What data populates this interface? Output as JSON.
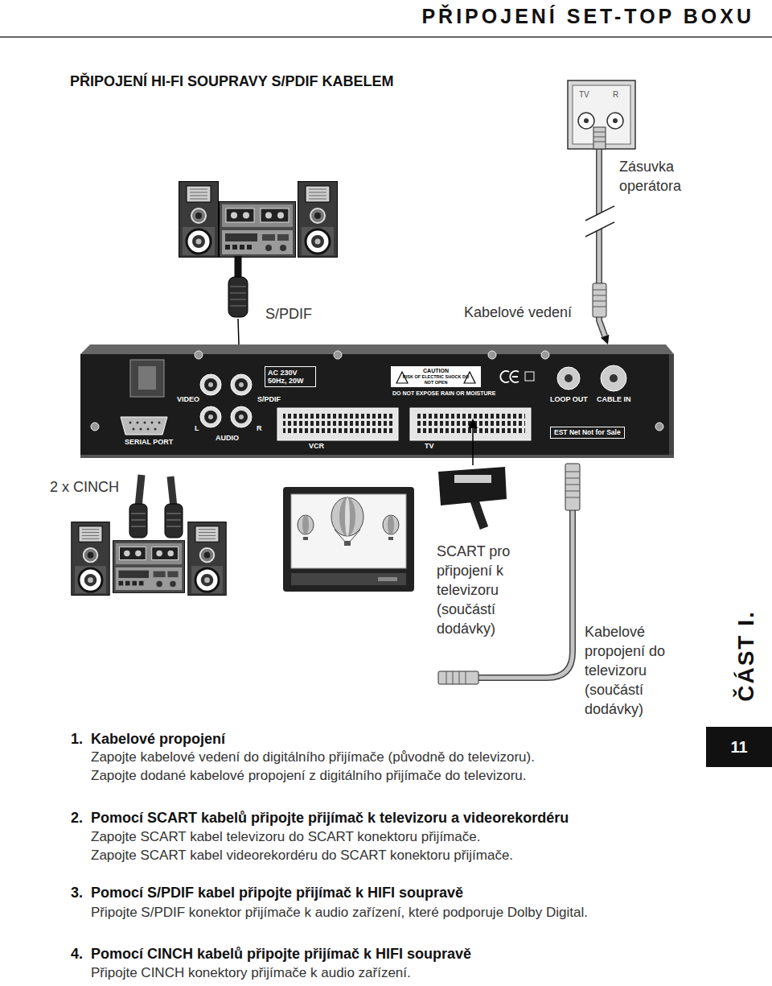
{
  "diagram": {
    "title": "PŘIPOJENÍ SET-TOP BOXU",
    "nodes": [
      {
        "text": [
          "TV",
          "R",
          "Zásuvka operátora"
        ]
      },
      {
        "text": [
          "VIDEO",
          "S/PDIF",
          "DO NOT EXPOSE RAIN OR MOISTURE",
          "LOOP OUT",
          "CABLE IN",
          "SERIAL PORT",
          "L",
          "AUDIO",
          "R",
          "VCR",
          "TV"
        ]
      },
      {
        "text": [
          "AC 230V 50Hz, 20W"
        ],
        "in": 1
      },
      {
        "text": [
          "CAUTION",
          "RISK OF ELECTRIC SHOCK DO NOT OPEN"
        ],
        "in": 1
      },
      {
        "text": [
          "EST Net Not for Sale"
        ],
        "in": 1
      },
      {
        "text": [
          "11"
        ]
      }
    ],
    "edges": [
      {
        "from": 0,
        "to": 1,
        "arrow": "to",
        "label": "Kabelové vedení"
      }
    ],
    "labels": [
      "PŘIPOJENÍ HI-FI SOUPRAVY S/PDIF KABELEM",
      "S/PDIF",
      "2 x CINCH",
      "SCART pro připojení k televizoru (součástí dodávky)",
      "Kabelové propojení do televizoru (součástí dodávky)",
      "ČÁST I.",
      "1.",
      "Kabelové propojení",
      "Zapojte kabelové vedení do digitálního přijímače (původně do televizoru).",
      "Zapojte dodané kabelové propojení z digitálního přijímače do televizoru.",
      "2.",
      "Pomocí SCART kabelů připojte přijímač k televizoru a videorekordéru",
      "Zapojte SCART kabel televizoru do SCART konektoru přijímače.",
      "Zapojte SCART kabel videorekordéru do SCART konektoru přijímače.",
      "3.",
      "Pomocí S/PDIF kabel připojte přijímač k HIFI soupravě",
      "Připojte S/PDIF konektor přijímače k audio zařízení, které podporuje Dolby Digital.",
      "4.",
      "Pomocí CINCH kabelů připojte přijímač k HIFI soupravě",
      "Připojte CINCH konektory přijímače k audio zařízení."
    ]
  }
}
